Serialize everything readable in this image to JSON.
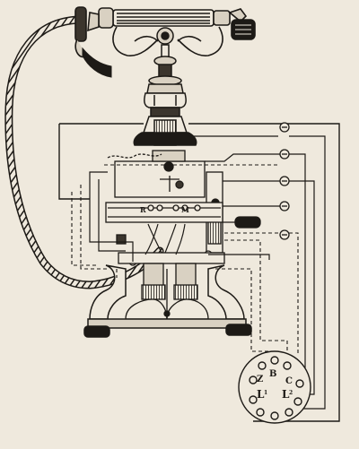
{
  "labels": {
    "r": "R",
    "m": "M",
    "l1": "L",
    "l2": "L",
    "z": "Z",
    "b": "B",
    "c": "C",
    "l1_sup": "1",
    "l2_sup": "2"
  },
  "colors": {
    "paper": "#efe9dd",
    "ink": "#1d1a16",
    "shade": "#3b352d"
  }
}
